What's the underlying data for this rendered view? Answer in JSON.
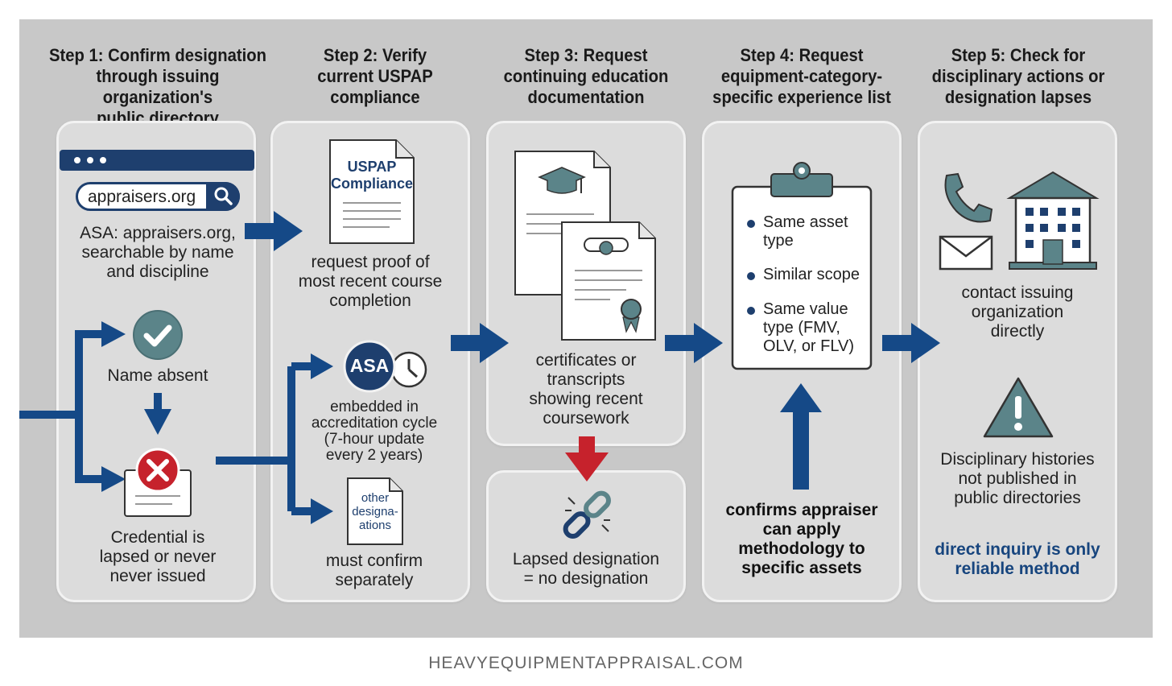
{
  "steps": [
    {
      "title_lines": [
        "Step 1: Confirm designation",
        "through issuing organization's",
        "public directory"
      ],
      "search_value": "appraisers.org",
      "directory_text": [
        "ASA: appraisers.org,",
        "searchable by name",
        "and discipline"
      ],
      "branch_top_label": "Name absent",
      "branch_bottom_label": [
        "Credential is",
        "lapsed or never",
        "never issued"
      ]
    },
    {
      "title_lines": [
        "Step 2: Verify",
        "current USPAP",
        "compliance"
      ],
      "doc_label": [
        "USPAP",
        "Compliance"
      ],
      "doc_text": [
        "request proof of",
        "most recent course",
        "completion"
      ],
      "asa_badge": "ASA",
      "asa_text": [
        "embedded in",
        "accreditation cycle",
        "(7-hour update",
        "every 2 years)"
      ],
      "other_doc_label": [
        "other",
        "designa-",
        "ations"
      ],
      "other_text": [
        "must confirm",
        "separately"
      ]
    },
    {
      "title_lines": [
        "Step 3: Request",
        "continuing education",
        "documentation"
      ],
      "cert_text": [
        "certificates or",
        "transcripts",
        "showing recent",
        "coursework"
      ],
      "lapsed_text": [
        "Lapsed designation",
        "= no designation"
      ]
    },
    {
      "title_lines": [
        "Step 4: Request",
        "equipment-category-",
        "specific experience list"
      ],
      "checklist": [
        [
          "Same asset",
          "type"
        ],
        [
          "Similar scope"
        ],
        [
          "Same value",
          "type (FMV,",
          "OLV, or FLV)"
        ]
      ],
      "confirm_text": [
        "confirms appraiser",
        "can apply",
        "methodology to",
        "specific assets"
      ]
    },
    {
      "title_lines": [
        "Step 5: Check for",
        "disciplinary actions or",
        "designation lapses"
      ],
      "contact_text": [
        "contact issuing",
        "organization",
        "directly"
      ],
      "warning_text": [
        "Disciplinary histories",
        "not published in",
        "public directories"
      ],
      "inquiry_text": [
        "direct inquiry is only",
        "reliable method"
      ]
    }
  ],
  "footer": "HEAVYEQUIPMENTAPPRAISAL.COM",
  "colors": {
    "background": "#c8c8c8",
    "panel": "#dcdcdc",
    "navy": "#1e3f6e",
    "arrow_blue": "#154987",
    "teal": "#5b8489",
    "red_arrow": "#c6222c",
    "inquiry_blue": "#17457e"
  }
}
